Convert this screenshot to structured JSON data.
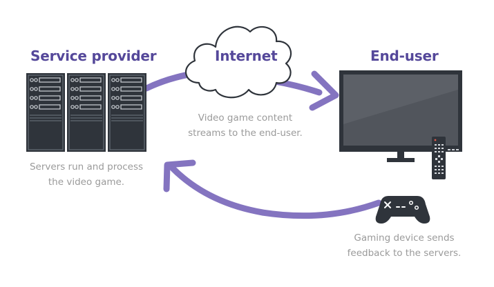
{
  "headings": {
    "provider": "Service provider",
    "internet": "Internet",
    "enduser": "End-user"
  },
  "captions": {
    "stream": [
      "Video game content",
      "streams to the end-user."
    ],
    "servers": [
      "Servers run and process",
      "the video game."
    ],
    "device": [
      "Gaming device sends",
      "feedback to the servers."
    ]
  },
  "colors": {
    "heading": "#55489a",
    "arrow": "#8474c0",
    "caption": "#9a9a9a",
    "hardware": "#2f343b"
  },
  "icons": [
    "server-rack-icon",
    "cloud-icon",
    "tv-icon",
    "remote-control-icon",
    "gamepad-icon"
  ]
}
